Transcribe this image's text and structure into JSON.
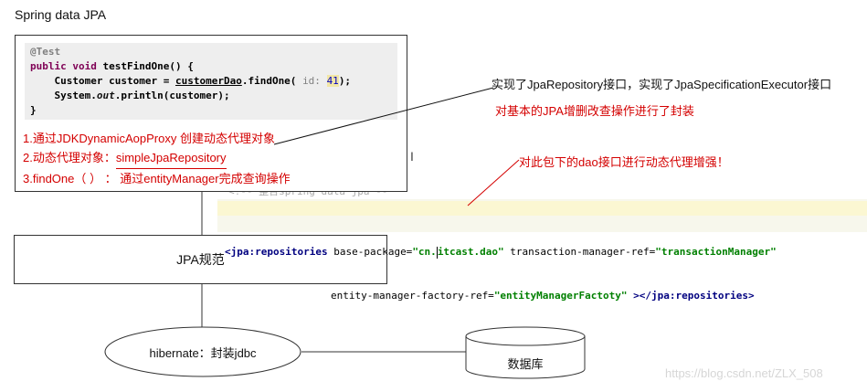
{
  "title": "Spring data JPA",
  "code": {
    "annotation": "@Test",
    "line1_kw": "public void",
    "line1_rest": " testFindOne() {",
    "line2_type": "Customer customer",
    "line2_eq": " = ",
    "line2_var": "customerDao",
    "line2_call": ".findOne( ",
    "line2_hint": "id:",
    "line2_num": "41",
    "line2_end": ");",
    "line3_start": "System.",
    "line3_out": "out",
    "line3_end": ".println(customer);",
    "close": "}"
  },
  "notes": {
    "n1": "1.通过JDKDynamicAopProxy 创建动态代理对象",
    "n2_label": "2.动态代理对象：",
    "n2_value": "simpleJpaRepository",
    "n3": "3.findOne（ ）  ：  通过entityManager完成查询操作"
  },
  "xml": {
    "open_tag": "<jpa:repositories",
    "attr1": " base-package=",
    "val1_a": "\"cn.",
    "val1_b": "itcast.dao\"",
    "attr2": " transaction-manager-ref=",
    "val2": "\"transactionManager\"",
    "attr3": "entity-manager-factory-ref=",
    "val3": "\"entityManagerFactoty\"",
    "close_gt": " >",
    "close_tag": "</jpa:repositories>"
  },
  "jpa_box": {
    "label": "JPA规范"
  },
  "hibernate": {
    "label": "hibernate：封装jdbc"
  },
  "database": {
    "label": "数据库"
  },
  "right_notes": {
    "black": "实现了JpaRepository接口，实现了JpaSpecificationExecutor接口",
    "red1": "对基本的JPA增删改查操作进行了封装",
    "red2": "对此包下的dao接口进行动态代理增强！"
  },
  "watermark": "https://blog.csdn.net/ZLX_508",
  "colors": {
    "red": "#d40000",
    "keyword": "#7f0055",
    "xml_tag": "#000080",
    "xml_value": "#008000"
  }
}
